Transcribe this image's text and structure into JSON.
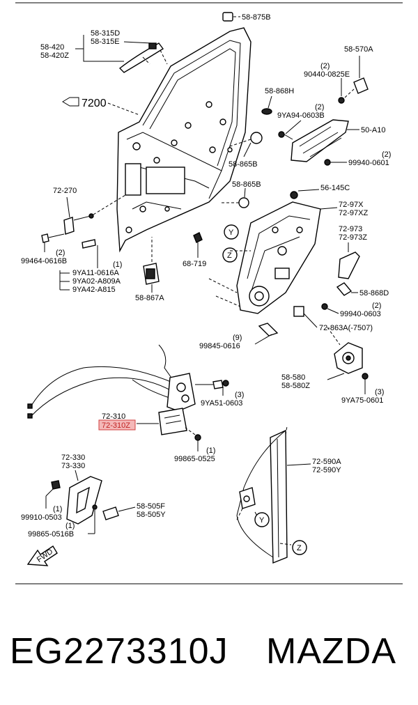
{
  "labels": {
    "l_58_875b": "58-875B",
    "l_58_315d": "58-315D",
    "l_58_315e": "58-315E",
    "l_58_420": "58-420",
    "l_58_420z": "58-420Z",
    "l_58_570a": "58-570A",
    "l_90440_2": "(2)",
    "l_90440": "90440-0825E",
    "l_7200": "7200",
    "l_58_868h": "58-868H",
    "l_9ya94_2": "(2)",
    "l_9ya94": "9YA94-0603B",
    "l_50_a10": "50-A10",
    "l_99940_2a": "(2)",
    "l_99940a": "99940-0601",
    "l_58_865b_a": "58-865B",
    "l_72_270": "72-270",
    "l_58_865b_b": "58-865B",
    "l_56_145c": "56-145C",
    "l_72_97x": "72-97X",
    "l_72_97xz": "72-97XZ",
    "l_72_973": "72-973",
    "l_72_973z": "72-973Z",
    "l_99464_2": "(2)",
    "l_99464": "99464-0616B",
    "l_9ya11_1": "(1)",
    "l_9ya11": "9YA11-0616A",
    "l_9ya02": "9YA02-A809A",
    "l_9ya42": "9YA42-A815",
    "l_68_719": "68-719",
    "l_y1": "Y",
    "l_z1": "Z",
    "l_58_868d": "58-868D",
    "l_99940_2b": "(2)",
    "l_99940b": "99940-0603",
    "l_72_863a": "72-863A(-7507)",
    "l_58_867a": "58-867A",
    "l_99845_9": "(9)",
    "l_99845": "99845-0616",
    "l_58_580": "58-580",
    "l_58_580z": "58-580Z",
    "l_9ya75_3": "(3)",
    "l_9ya75": "9YA75-0601",
    "l_9ya51_3": "(3)",
    "l_9ya51": "9YA51-0603",
    "l_72_310": "72-310",
    "l_72_310z": "72-310Z",
    "l_99865a_1": "(1)",
    "l_99865a": "99865-0525",
    "l_72_330": "72-330",
    "l_73_330": "73-330",
    "l_72_590a": "72-590A",
    "l_72_590y": "72-590Y",
    "l_99910_1": "(1)",
    "l_99910": "99910-0503",
    "l_58_505f": "58-505F",
    "l_58_505y": "58-505Y",
    "l_99865b_1": "(1)",
    "l_99865b": "99865-0516B",
    "l_y2": "Y",
    "l_z2": "Z",
    "l_fwd": "FWD"
  },
  "footer": {
    "part_number": "EG2273310J",
    "brand": "MAZDA"
  },
  "colors": {
    "highlight_fill": "#f4b8b8",
    "highlight_text": "#c02020"
  }
}
